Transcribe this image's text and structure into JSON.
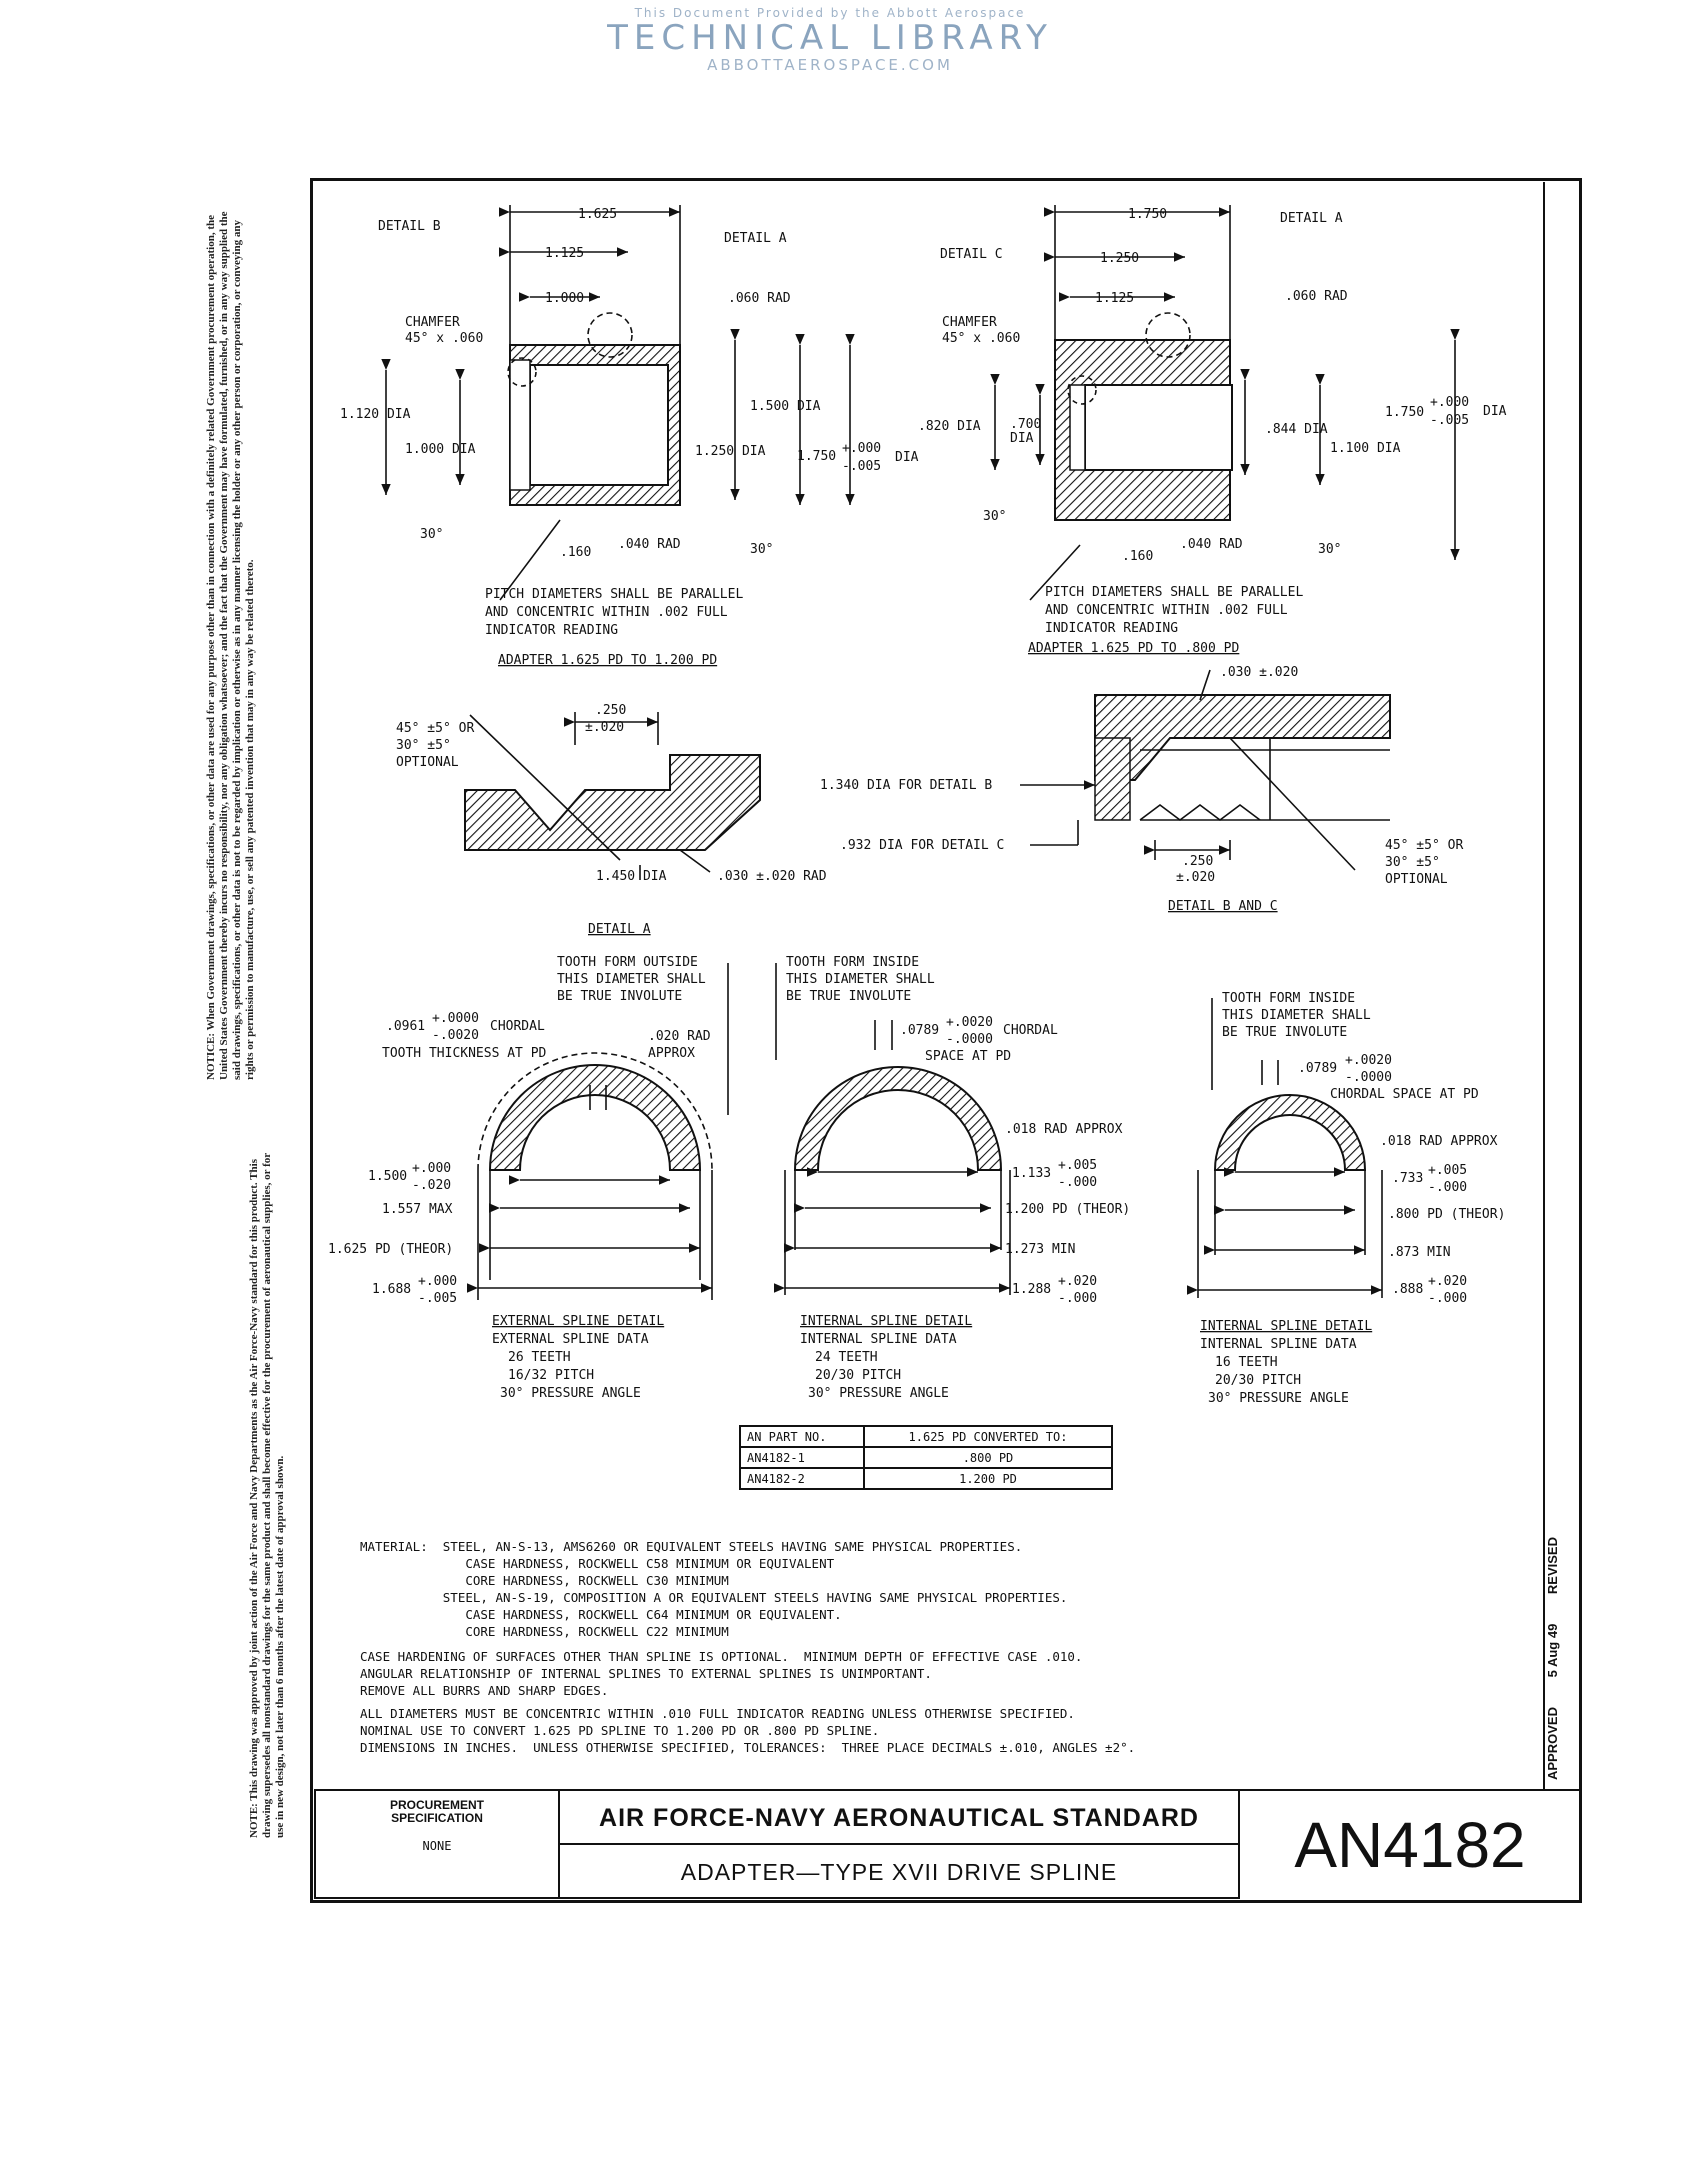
{
  "library_header": {
    "line1": "This Document Provided by the Abbott Aerospace",
    "line2": "TECHNICAL LIBRARY",
    "line3": "ABBOTTAEROSPACE.COM"
  },
  "margin_notice": "NOTICE: When Government drawings, specifications, or other data are used for any purpose other than in connection with a definitely related Government procurement operation, the United States Government thereby incurs no responsibility, nor any obligation whatsoever; and the fact that the Government may have formulated, furnished, or in any way supplied the said drawings, specifications, or other data is not to be regarded by implication or otherwise as in any manner licensing the holder or any other person or corporation, or conveying any rights or permission to manufacture, use, or sell any patented invention that may in any way be related thereto.",
  "margin_note": "NOTE: This drawing was approved by joint action of the Air Force and Navy Departments as the Air Force-Navy standard for this product. This drawing supersedes all nonstandard drawings for the same product and shall become effective for the procurement of aeronautical supplies, or for use in new design, not later than 6 months after the latest date of approval shown.",
  "approval": {
    "approved": "APPROVED",
    "date": "5 Aug 49",
    "revised": "REVISED"
  },
  "drawing": {
    "adapter1": {
      "caption": "ADAPTER 1.625 PD TO 1.200 PD",
      "detail_b": "DETAIL B",
      "detail_a": "DETAIL A",
      "d1625": "1.625",
      "d1125": "1.125",
      "d1000": "1.000",
      "rad060": ".060 RAD",
      "chamfer1": "CHAMFER",
      "chamfer2": "45° x .060",
      "dia1120": "1.120 DIA",
      "dia1000": "1.000 DIA",
      "dia1500": "1.500 DIA",
      "dia1250": "1.250 DIA",
      "dia1750": "1.750",
      "tol_up": "+.000",
      "tol_dn": "-.005",
      "dia": "DIA",
      "a30l": "30°",
      "a30r": "30°",
      "d160": ".160",
      "rad040": ".040 RAD",
      "note1": "PITCH DIAMETERS SHALL BE PARALLEL",
      "note2": "AND CONCENTRIC WITHIN .002 FULL",
      "note3": "INDICATOR READING"
    },
    "adapter2": {
      "caption": "ADAPTER 1.625 PD TO .800 PD",
      "detail_c": "DETAIL C",
      "detail_a": "DETAIL A",
      "d1750": "1.750",
      "d1250": "1.250",
      "d1125": "1.125",
      "rad060": ".060 RAD",
      "chamfer1": "CHAMFER",
      "chamfer2": "45° x .060",
      "dia820": ".820 DIA",
      "dia700a": ".700",
      "dia700b": "DIA",
      "dia844": ".844 DIA",
      "dia1100": "1.100 DIA",
      "dia1750": "1.750",
      "tol_up": "+.000",
      "tol_dn": "-.005",
      "dia": "DIA",
      "a30l": "30°",
      "a30r": "30°",
      "d160": ".160",
      "rad040": ".040 RAD",
      "note1": "PITCH DIAMETERS SHALL BE PARALLEL",
      "note2": "AND CONCENTRIC WITHIN .002 FULL",
      "note3": "INDICATOR READING"
    },
    "detail_a": {
      "caption": "DETAIL A",
      "ang1": "45° ±5° OR",
      "ang2": "30° ±5°",
      "ang3": "OPTIONAL",
      "d250": ".250",
      "d250tol": "±.020",
      "dia1450": "1.450 DIA",
      "rad030": ".030 ±.020 RAD"
    },
    "detail_bc": {
      "caption": "DETAIL B AND C",
      "d030": ".030 ±.020",
      "dia1340": "1.340 DIA FOR DETAIL B",
      "dia932": ".932 DIA FOR DETAIL C",
      "d250": ".250",
      "d250tol": "±.020",
      "ang1": "45° ±5° OR",
      "ang2": "30° ±5°",
      "ang3": "OPTIONAL"
    },
    "ext_spline": {
      "tf1": "TOOTH FORM OUTSIDE",
      "tf2": "THIS DIAMETER SHALL",
      "tf3": "BE TRUE INVOLUTE",
      "chord_val": ".0961",
      "chord_up": "+.0000",
      "chord_dn": "-.0020",
      "chordal": "CHORDAL",
      "thick": "TOOTH THICKNESS AT PD",
      "rad020a": ".020 RAD",
      "rad020b": "APPROX",
      "d1500": "1.500",
      "d1500up": "+.000",
      "d1500dn": "-.020",
      "d1557": "1.557 MAX",
      "d1625": "1.625 PD (THEOR)",
      "d1688": "1.688",
      "d1688up": "+.000",
      "d1688dn": "-.005",
      "detail": "EXTERNAL SPLINE DETAIL",
      "data": "EXTERNAL SPLINE DATA",
      "teeth": "26 TEETH",
      "pitch": "16/32 PITCH",
      "angle": "30° PRESSURE ANGLE"
    },
    "int_spline1": {
      "tf1": "TOOTH FORM INSIDE",
      "tf2": "THIS DIAMETER SHALL",
      "tf3": "BE TRUE INVOLUTE",
      "chord_val": ".0789",
      "chord_up": "+.0020",
      "chord_dn": "-.0000",
      "chordal": "CHORDAL",
      "space": "SPACE AT PD",
      "rad018": ".018 RAD APPROX",
      "d1133": "1.133",
      "d1133up": "+.005",
      "d1133dn": "-.000",
      "d1200": "1.200 PD (THEOR)",
      "d1273": "1.273 MIN",
      "d1288": "1.288",
      "d1288up": "+.020",
      "d1288dn": "-.000",
      "detail": "INTERNAL SPLINE DETAIL",
      "data": "INTERNAL SPLINE DATA",
      "teeth": "24 TEETH",
      "pitch": "20/30 PITCH",
      "angle": "30° PRESSURE ANGLE"
    },
    "int_spline2": {
      "tf1": "TOOTH FORM INSIDE",
      "tf2": "THIS DIAMETER SHALL",
      "tf3": "BE TRUE INVOLUTE",
      "chord_val": ".0789",
      "chord_up": "+.0020",
      "chord_dn": "-.0000",
      "chordal": "CHORDAL SPACE AT PD",
      "rad018": ".018 RAD APPROX",
      "d733": ".733",
      "d733up": "+.005",
      "d733dn": "-.000",
      "d800": ".800 PD (THEOR)",
      "d873": ".873 MIN",
      "d888": ".888",
      "d888up": "+.020",
      "d888dn": "-.000",
      "detail": "INTERNAL SPLINE DETAIL",
      "data": "INTERNAL SPLINE DATA",
      "teeth": "16 TEETH",
      "pitch": "20/30 PITCH",
      "angle": "30° PRESSURE ANGLE"
    }
  },
  "part_table": {
    "headers": [
      "AN PART NO.",
      "1.625 PD CONVERTED TO:"
    ],
    "rows": [
      [
        "AN4182-1",
        ".800 PD"
      ],
      [
        "AN4182-2",
        "1.200 PD"
      ]
    ]
  },
  "notes": [
    "MATERIAL:  STEEL, AN-S-13, AMS6260 OR EQUIVALENT STEELS HAVING SAME PHYSICAL PROPERTIES.",
    "              CASE HARDNESS, ROCKWELL C58 MINIMUM OR EQUIVALENT",
    "              CORE HARDNESS, ROCKWELL C30 MINIMUM",
    "           STEEL, AN-S-19, COMPOSITION A OR EQUIVALENT STEELS HAVING SAME PHYSICAL PROPERTIES.",
    "              CASE HARDNESS, ROCKWELL C64 MINIMUM OR EQUIVALENT.",
    "              CORE HARDNESS, ROCKWELL C22 MINIMUM",
    "CASE HARDENING OF SURFACES OTHER THAN SPLINE IS OPTIONAL.  MINIMUM DEPTH OF EFFECTIVE CASE .010.",
    "ANGULAR RELATIONSHIP OF INTERNAL SPLINES TO EXTERNAL SPLINES IS UNIMPORTANT.",
    "REMOVE ALL BURRS AND SHARP EDGES.",
    "ALL DIAMETERS MUST BE CONCENTRIC WITHIN .010 FULL INDICATOR READING UNLESS OTHERWISE SPECIFIED.",
    "NOMINAL USE TO CONVERT 1.625 PD SPLINE TO 1.200 PD OR .800 PD SPLINE.",
    "DIMENSIONS IN INCHES.  UNLESS OTHERWISE SPECIFIED, TOLERANCES:  THREE PLACE DECIMALS ±.010, ANGLES ±2°."
  ],
  "title_block": {
    "procure_label": "PROCUREMENT SPECIFICATION",
    "procure_value": "NONE",
    "standard": "AIR FORCE-NAVY AERONAUTICAL STANDARD",
    "title": "ADAPTER—TYPE  XVII  DRIVE  SPLINE",
    "number": "AN4182"
  }
}
